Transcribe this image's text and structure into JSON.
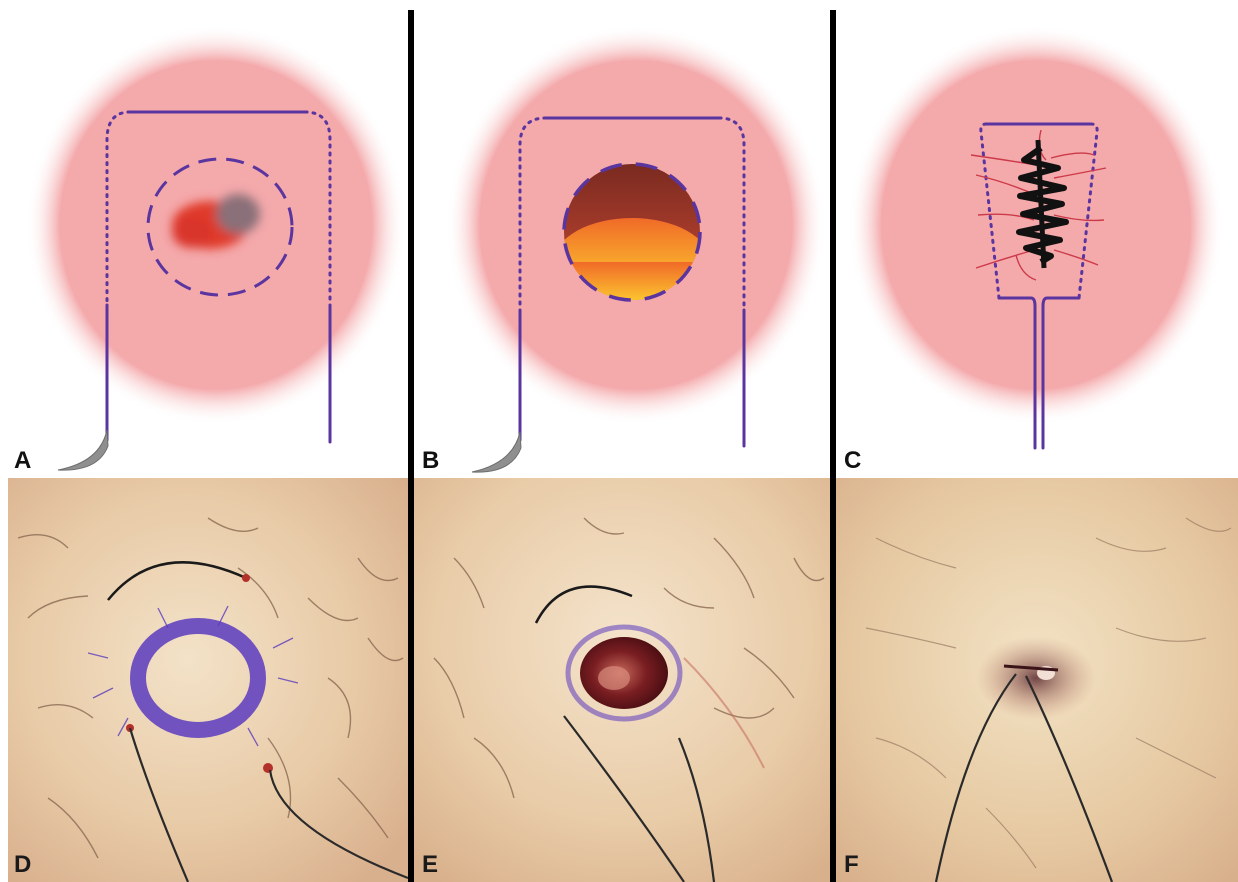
{
  "panels": [
    {
      "id": "A",
      "label": "A",
      "kind": "diagram",
      "step": "marking"
    },
    {
      "id": "B",
      "label": "B",
      "kind": "diagram",
      "step": "excision"
    },
    {
      "id": "C",
      "label": "C",
      "kind": "diagram",
      "step": "closure"
    },
    {
      "id": "D",
      "label": "D",
      "kind": "photo",
      "step": "marking"
    },
    {
      "id": "E",
      "label": "E",
      "kind": "photo",
      "step": "excision"
    },
    {
      "id": "F",
      "label": "F",
      "kind": "photo",
      "step": "closure"
    }
  ],
  "colors": {
    "skin_halo": "#f4a9ab",
    "suture_line": "#5a35a0",
    "lesion_red": "#e03a2a",
    "wound_top": "#7a2a20",
    "wound_bottom": "#ffe030",
    "suture_knot": "#111111",
    "photo_skin": "#e9cfae",
    "ink_marking": "#5b3bbf",
    "divider": "#000000"
  }
}
